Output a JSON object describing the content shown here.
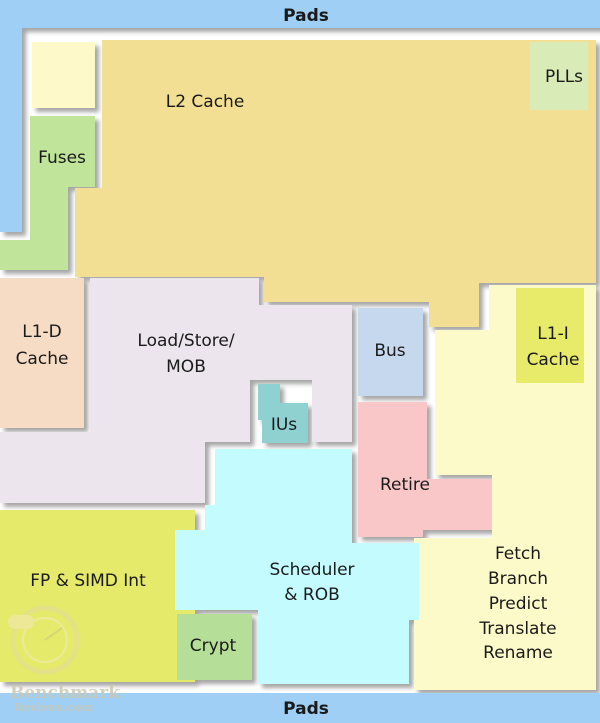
{
  "blocks": {
    "pads_top": "Pads",
    "pads_bottom": "Pads",
    "pllS": "PLLs",
    "l2_cache": "L2 Cache",
    "fuses": "Fuses",
    "l1d_cache": [
      "L1-D",
      "Cache"
    ],
    "load_store_mob": [
      "Load/Store/",
      "MOB"
    ],
    "bus": "Bus",
    "l1i_cache": [
      "L1-I",
      "Cache"
    ],
    "ius": "IUs",
    "retire": "Retire",
    "fp_simd": "FP & SIMD Int",
    "scheduler_rob": [
      "Scheduler",
      "& ROB"
    ],
    "crypt": "Crypt",
    "fetch_block": [
      "Fetch",
      "Branch",
      "Predict",
      "Translate",
      "Rename"
    ]
  },
  "logo": {
    "line1": "Benchmark",
    "line2": "Reviews.com"
  },
  "colors": {
    "pads": "#9fcff5",
    "l2": "#f3df93",
    "cream": "#fdf9c9",
    "green": "#bfe49a",
    "pll": "#d9ebb7",
    "peach": "#f6dcc4",
    "lavender": "#ece5ee",
    "bus": "#c6d8ee",
    "l1i": "#e8ea6b",
    "teal": "#8fd1d0",
    "pink": "#fac7c9",
    "fp": "#e5ea6a",
    "cyan": "#c4fbff",
    "crypt": "#b5de98",
    "fetch": "#fcfac9"
  }
}
